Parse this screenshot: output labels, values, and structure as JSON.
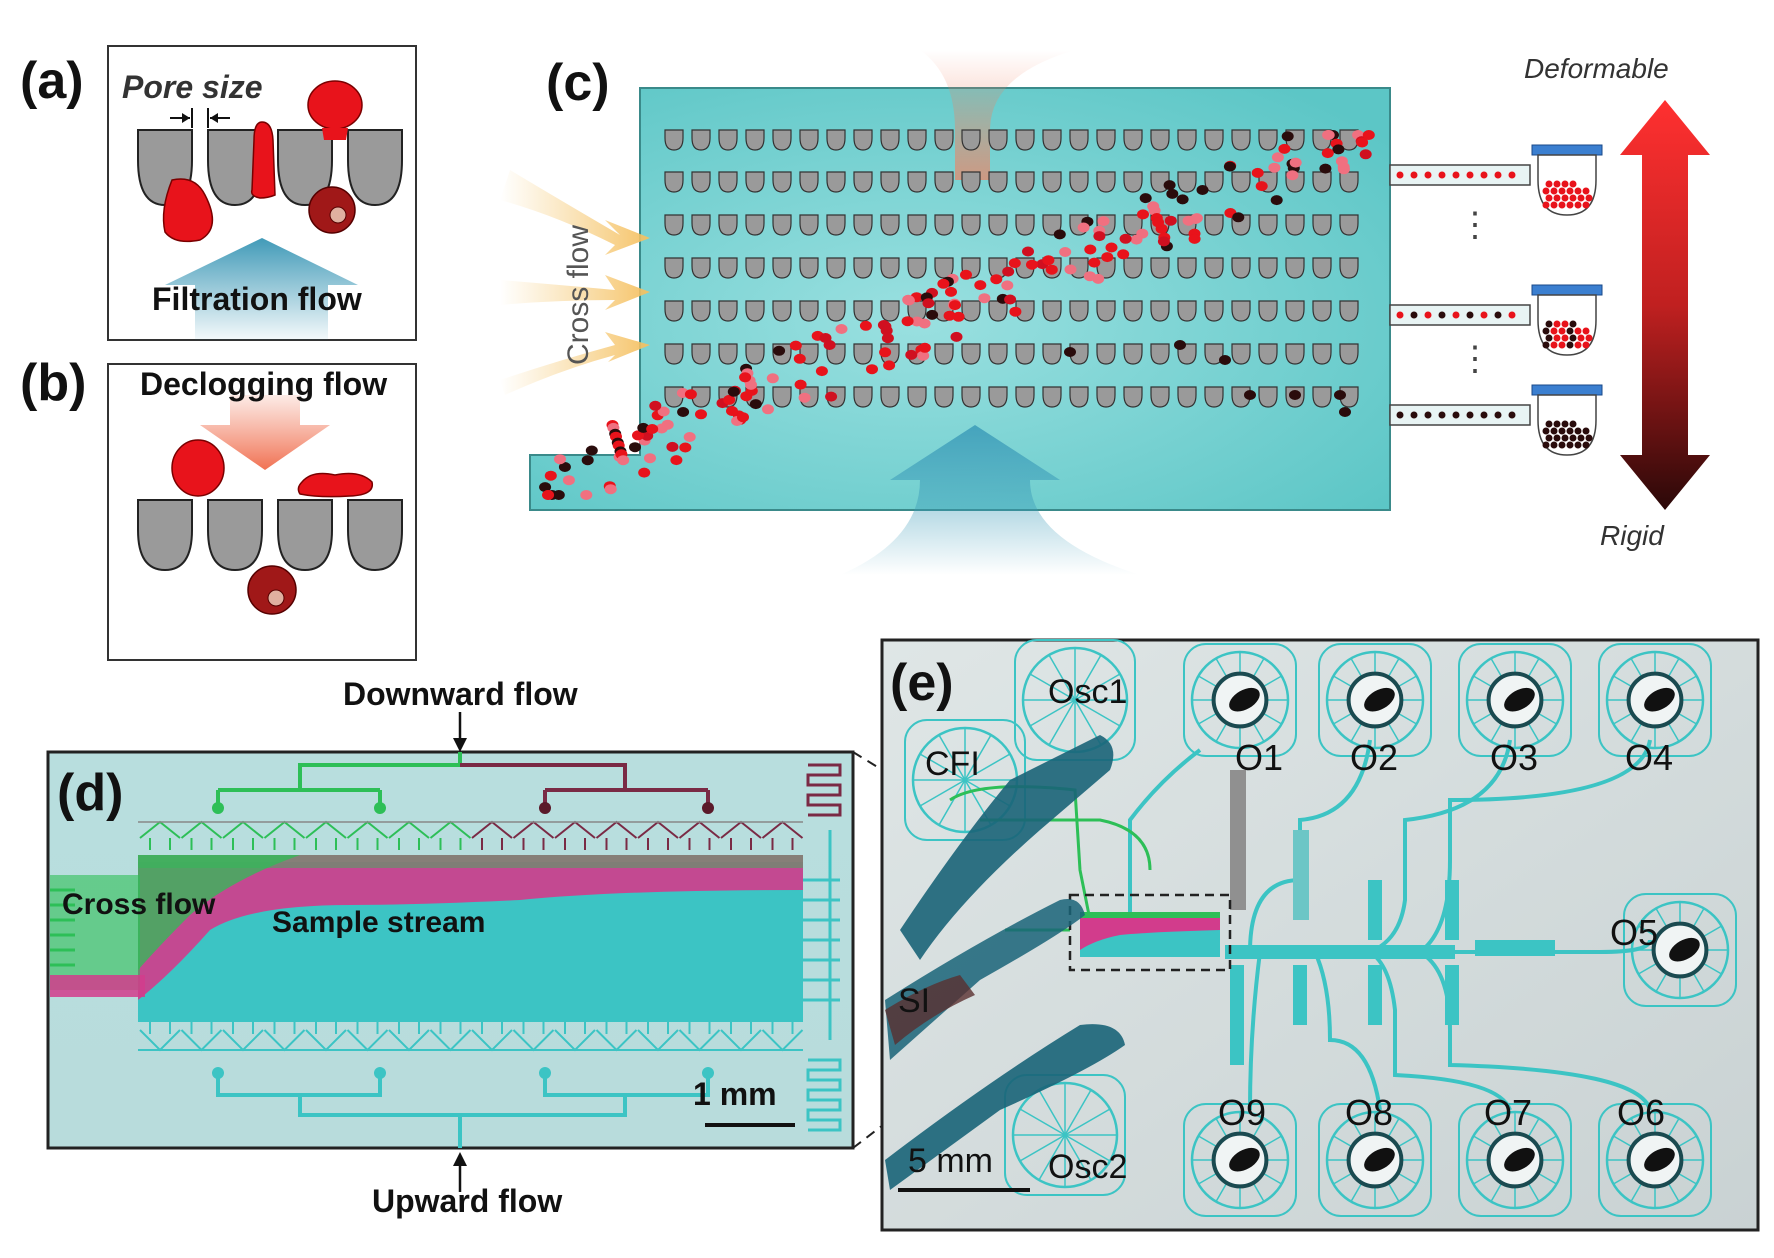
{
  "panels": {
    "a": {
      "label": "(a)",
      "pore_size": "Pore size",
      "filtration_flow": "Filtration flow"
    },
    "b": {
      "label": "(b)",
      "declogging_flow": "Declogging flow"
    },
    "c": {
      "label": "(c)",
      "cross_flow": "Cross flow",
      "deformable": "Deformable",
      "rigid": "Rigid",
      "ellipsis": "⋮"
    },
    "d": {
      "label": "(d)",
      "downward_flow": "Downward flow",
      "upward_flow": "Upward flow",
      "cross_flow": "Cross flow",
      "sample_stream": "Sample stream",
      "scale": "1 mm"
    },
    "e": {
      "label": "(e)",
      "scale": "5 mm",
      "ports": {
        "osc1": "Osc1",
        "osc2": "Osc2",
        "cfi": "CFI",
        "si": "SI",
        "o1": "O1",
        "o2": "O2",
        "o3": "O3",
        "o4": "O4",
        "o5": "O5",
        "o6": "O6",
        "o7": "O7",
        "o8": "O8",
        "o9": "O9"
      }
    }
  },
  "colors": {
    "channel_cyan": "#3cc4c4",
    "chamber_teal": "#64cccc",
    "cell_red": "#e8131b",
    "cell_pink": "#f07080",
    "cell_dark": "#2a0c0c",
    "pillar_gray": "#9a9a9a",
    "flow_blue": "#2c8fb0",
    "flow_orange": "#f07a5a",
    "cross_flow_yellow": "#f5c870",
    "green_channel": "#2dbf57",
    "maroon_channel": "#7a2a45",
    "sample_magenta": "#d23c8c"
  }
}
